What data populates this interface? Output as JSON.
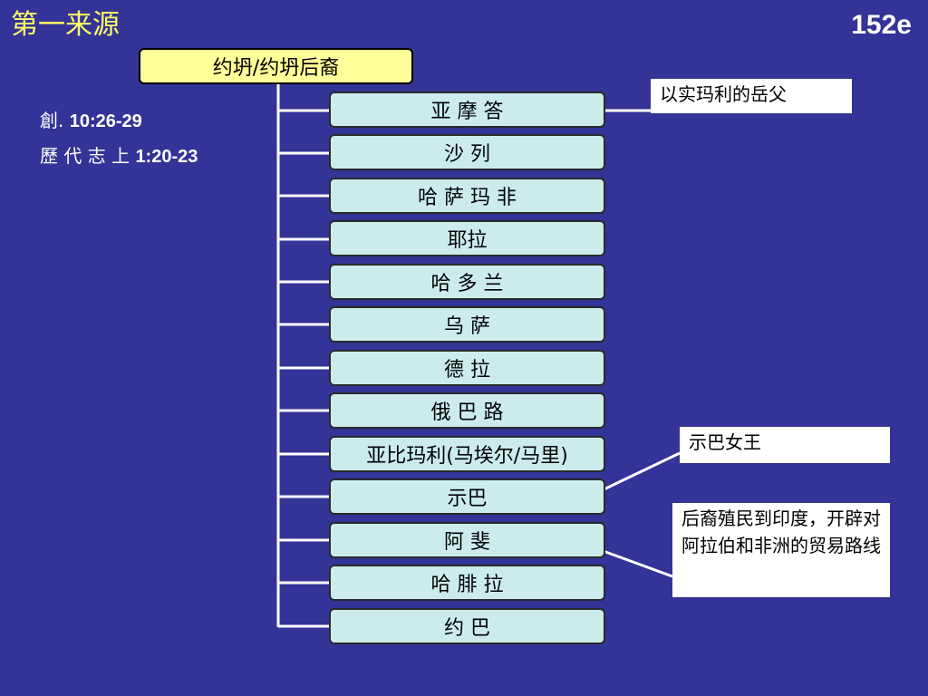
{
  "slide": {
    "title": "第一来源",
    "number": "152e"
  },
  "references": [
    {
      "book": "創. ",
      "verse": "10:26-29"
    },
    {
      "book": "歷 代 志 上 ",
      "verse": "1:20-23"
    }
  ],
  "tree": {
    "root": "约坍/约坍后裔",
    "children": [
      "亚 摩 答",
      "沙 列",
      "哈 萨 玛 非",
      "耶拉",
      "哈 多 兰",
      "乌 萨",
      "德 拉",
      "俄 巴 路",
      "亚比玛利(马埃尔/马里)",
      "示巴",
      "阿 斐",
      "哈 腓 拉",
      "约 巴"
    ]
  },
  "notes": [
    {
      "text": "以实玛利的岳父",
      "target_index": 0
    },
    {
      "text": "示巴女王",
      "target_index": 9
    },
    {
      "text": "后裔殖民到印度，开辟对阿拉伯和非洲的贸易路线",
      "target_index": 10
    }
  ],
  "colors": {
    "background": "#343397",
    "title": "#FFFF66",
    "root_fill": "#FFFF99",
    "node_fill": "#CCECEC",
    "connector": "#FFFFFF"
  }
}
